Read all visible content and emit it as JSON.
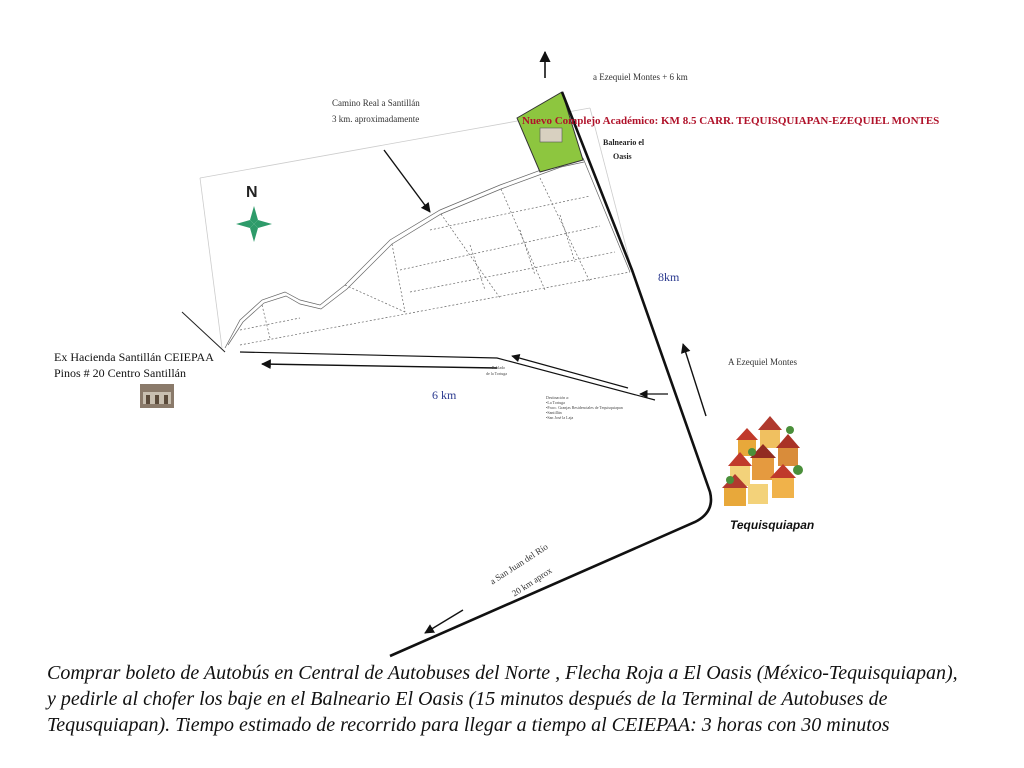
{
  "labels": {
    "ezequiel_top": "a Ezequiel Montes + 6 km",
    "camino_real": "Camino Real a Santillán",
    "camino_real_dist": "3 km. aproximadamente",
    "nuevo_complejo": "Nuevo Complejo Académico: KM 8.5 CARR. TEQUISQUIAPAN-EZEQUIEL MONTES",
    "balneario": "Balneario el",
    "balneario_2": "Oasis",
    "north": "N",
    "km8": "8km",
    "km6": "6 km",
    "ezequiel_right": "A Ezequiel Montes",
    "ex_hacienda": "Ex Hacienda Santillán CEIEPAA",
    "pinos": "Pinos # 20 Centro Santillán",
    "poblado": "Poblado",
    "poblado_2": "de la Tortuga",
    "destinos": [
      "Destinación a:",
      "•La Tortuga",
      "•Fracc. Granjas Residenciales de Tequisquiapan",
      "•Santillán",
      "•San José la Laja"
    ],
    "tequisquiapan": "Tequisquiapan",
    "san_juan": "a San Juan del Río",
    "san_juan_dist": "20 km aprox"
  },
  "instructions": "Comprar boleto de Autobús en Central de Autobuses del Norte , Flecha Roja a El Oasis (México-Tequisquiapan), y pedirle al chofer los baje en el Balneario El Oasis (15 minutos después de la Terminal de Autobuses de Tequsquiapan). Tiempo estimado de recorrido para llegar a tiempo al CEIEPAA: 3 horas con 30 minutos",
  "colors": {
    "complex_fill": "#8dc63f",
    "highlight_red": "#b0122a",
    "distance_blue": "#2b3a8f",
    "compass": "#2e9b6a"
  },
  "icons": [
    "north-compass-icon",
    "hacienda-photo-icon",
    "town-houses-icon"
  ]
}
